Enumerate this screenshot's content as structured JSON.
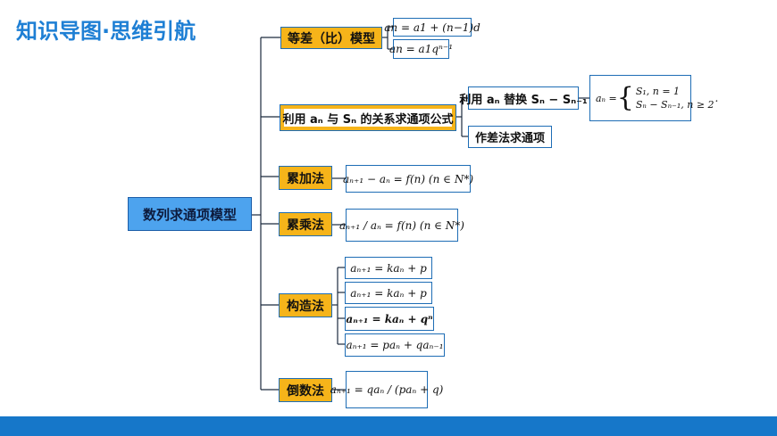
{
  "title": "知识导图·思维引航",
  "root": "数列求通项模型",
  "branches": {
    "b1": {
      "label": "等差（比）模型",
      "f1": "an = a1 + (n−1)d",
      "f2": "an = a1qⁿ⁻¹"
    },
    "b2": {
      "label": "利用 aₙ 与 Sₙ 的关系求通项公式",
      "sub1": "利用 aₙ 替换 Sₙ − Sₙ₋₁",
      "sub2": "作差法求通项",
      "piece_lhs": "aₙ =",
      "case1": "S₁,          n = 1",
      "case2": "Sₙ − Sₙ₋₁, n ≥ 2",
      "case_end": "."
    },
    "b3": {
      "label": "累加法",
      "f1": "aₙ₊₁ − aₙ = f(n)    (n ∈ N*)"
    },
    "b4": {
      "label": "累乘法",
      "f1": "aₙ₊₁ / aₙ = f(n)    (n ∈ N*)"
    },
    "b5": {
      "label": "构造法",
      "f1": "aₙ₊₁ = kaₙ + p",
      "f2": "aₙ₊₁ = kaₙ + p",
      "f3": "aₙ₊₁ = kaₙ + qⁿ",
      "f4": "aₙ₊₁ = paₙ + qaₙ₋₁"
    },
    "b6": {
      "label": "倒数法",
      "f1": "aₙ₊₁ = qaₙ / (paₙ + q)"
    }
  }
}
